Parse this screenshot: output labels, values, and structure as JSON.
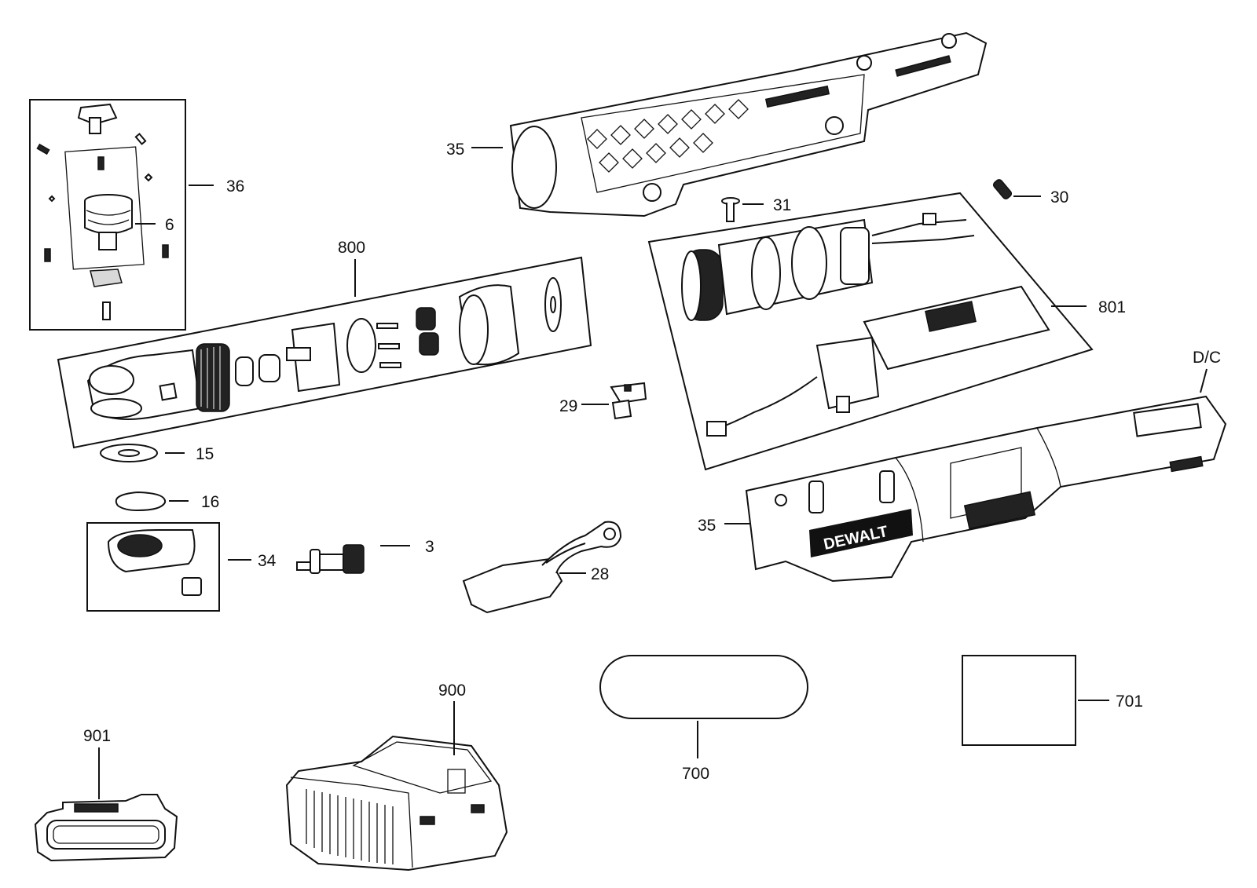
{
  "diagram": {
    "callouts": [
      {
        "id": "c35a",
        "label": "35"
      },
      {
        "id": "c36",
        "label": "36"
      },
      {
        "id": "c6",
        "label": "6"
      },
      {
        "id": "c31",
        "label": "31"
      },
      {
        "id": "c30",
        "label": "30"
      },
      {
        "id": "c800",
        "label": "800"
      },
      {
        "id": "c801",
        "label": "801"
      },
      {
        "id": "cdc",
        "label": "D/C"
      },
      {
        "id": "c29",
        "label": "29"
      },
      {
        "id": "c15",
        "label": "15"
      },
      {
        "id": "c16",
        "label": "16"
      },
      {
        "id": "c35b",
        "label": "35"
      },
      {
        "id": "c34",
        "label": "34"
      },
      {
        "id": "c3",
        "label": "3"
      },
      {
        "id": "c28",
        "label": "28"
      },
      {
        "id": "c900",
        "label": "900"
      },
      {
        "id": "c901",
        "label": "901"
      },
      {
        "id": "c700",
        "label": "700"
      },
      {
        "id": "c701",
        "label": "701"
      }
    ],
    "brand_logo": "DEWALT",
    "stroke_color": "#111111",
    "background_color": "#ffffff"
  }
}
